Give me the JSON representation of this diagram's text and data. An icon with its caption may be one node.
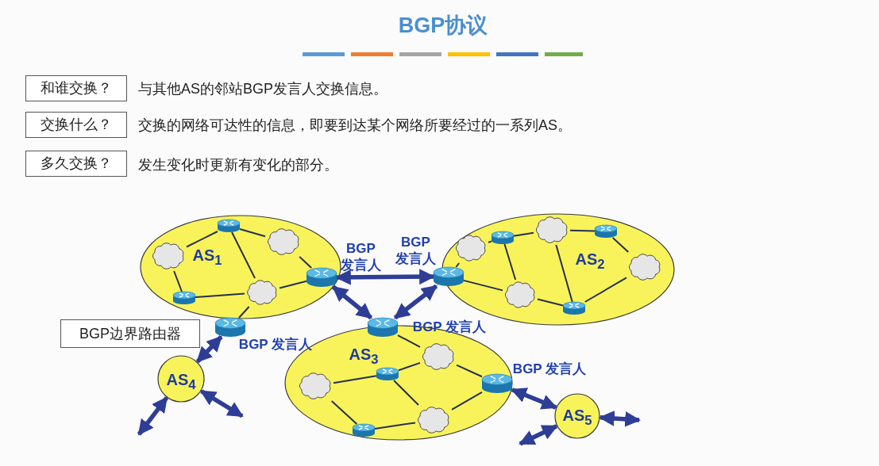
{
  "diagram": {
    "title": "BGP协议",
    "nodes": [
      {
        "text": [
          "和谁交换？"
        ],
        "beside": [
          "与其他AS的邻站BGP发言人交换信息。"
        ]
      },
      {
        "text": [
          "交换什么？"
        ],
        "beside": [
          "交换的网络可达性的信息，即要到达某个网络所要经过的一系列AS。"
        ]
      },
      {
        "text": [
          "多久交换？"
        ],
        "beside": [
          "发生变化时更新有变化的部分。"
        ]
      },
      {
        "text": [
          "BGP边界路由器"
        ]
      },
      {
        "text": [
          "AS$_{1}$"
        ]
      },
      {
        "text": [],
        "shape": "router",
        "in": 4
      },
      {
        "text": [],
        "shape": "cloud",
        "in": 4
      },
      {
        "text": [],
        "shape": "cloud",
        "in": 4
      },
      {
        "text": [],
        "shape": "router",
        "in": 4,
        "beside": [
          "BGP 发言人"
        ]
      },
      {
        "text": [],
        "shape": "router",
        "in": 4
      },
      {
        "text": [],
        "shape": "cloud",
        "in": 4
      },
      {
        "text": [],
        "shape": "router",
        "beside": [
          "BGP 发言人"
        ]
      },
      {
        "text": [
          "AS$_{2}$"
        ]
      },
      {
        "text": [],
        "shape": "cloud",
        "in": 12
      },
      {
        "text": [],
        "shape": "router",
        "in": 12
      },
      {
        "text": [],
        "shape": "cloud",
        "in": 12
      },
      {
        "text": [],
        "shape": "router",
        "in": 12
      },
      {
        "text": [],
        "shape": "router",
        "beside": [
          "BGP 发言人"
        ]
      },
      {
        "text": [],
        "shape": "cloud",
        "in": 12
      },
      {
        "text": [],
        "shape": "cloud",
        "in": 12
      },
      {
        "text": [],
        "shape": "router",
        "in": 12
      },
      {
        "text": [
          "AS$_{3}$"
        ]
      },
      {
        "text": [],
        "shape": "router",
        "beside": [
          "BGP 发言人"
        ]
      },
      {
        "text": [],
        "shape": "cloud",
        "in": 21
      },
      {
        "text": [],
        "shape": "router",
        "in": 21
      },
      {
        "text": [],
        "shape": "cloud",
        "in": 21
      },
      {
        "text": [],
        "shape": "router",
        "in": 21,
        "beside": [
          "BGP 发言人"
        ]
      },
      {
        "text": [],
        "shape": "cloud",
        "in": 21
      },
      {
        "text": [],
        "shape": "router",
        "in": 21
      },
      {
        "text": [
          "AS$_{4}$"
        ]
      },
      {
        "text": [
          "AS$_{5}$"
        ]
      }
    ],
    "edges": [
      {
        "from": 6,
        "to": 5,
        "arrow": "none"
      },
      {
        "from": 5,
        "to": 7,
        "arrow": "none"
      },
      {
        "from": 5,
        "to": 10,
        "arrow": "none"
      },
      {
        "from": 7,
        "to": 8,
        "arrow": "none"
      },
      {
        "from": 6,
        "to": 9,
        "arrow": "none"
      },
      {
        "from": 9,
        "to": 10,
        "arrow": "none"
      },
      {
        "from": 10,
        "to": 8,
        "arrow": "none"
      },
      {
        "from": 10,
        "to": 11,
        "arrow": "none"
      },
      {
        "from": 17,
        "to": 13,
        "arrow": "none"
      },
      {
        "from": 13,
        "to": 14,
        "arrow": "none"
      },
      {
        "from": 14,
        "to": 15,
        "arrow": "none"
      },
      {
        "from": 15,
        "to": 16,
        "arrow": "none"
      },
      {
        "from": 16,
        "to": 18,
        "arrow": "none"
      },
      {
        "from": 18,
        "to": 20,
        "arrow": "none"
      },
      {
        "from": 20,
        "to": 19,
        "arrow": "none"
      },
      {
        "from": 19,
        "to": 17,
        "arrow": "none"
      },
      {
        "from": 14,
        "to": 19,
        "arrow": "none"
      },
      {
        "from": 15,
        "to": 20,
        "arrow": "none"
      },
      {
        "from": 22,
        "to": 23,
        "arrow": "none"
      },
      {
        "from": 23,
        "to": 24,
        "arrow": "none"
      },
      {
        "from": 24,
        "to": 25,
        "arrow": "none"
      },
      {
        "from": 23,
        "to": 26,
        "arrow": "none"
      },
      {
        "from": 24,
        "to": 27,
        "arrow": "none"
      },
      {
        "from": 25,
        "to": 28,
        "arrow": "none"
      },
      {
        "from": 28,
        "to": 27,
        "arrow": "none"
      },
      {
        "from": 27,
        "to": 26,
        "arrow": "none"
      },
      {
        "from": 8,
        "to": 17,
        "arrow": "both",
        "style": "thick",
        "color": "#2e3d96"
      },
      {
        "from": 8,
        "to": 22,
        "arrow": "both",
        "style": "thick",
        "color": "#2e3d96"
      },
      {
        "from": 17,
        "to": 22,
        "arrow": "both",
        "style": "thick",
        "color": "#2e3d96"
      },
      {
        "from": 11,
        "to": 29,
        "arrow": "both",
        "style": "thick",
        "color": "#2e3d96"
      },
      {
        "from": null,
        "to": 29,
        "arrow": "both",
        "style": "thick",
        "color": "#2e3d96"
      },
      {
        "from": 29,
        "to": null,
        "arrow": "both",
        "style": "thick",
        "color": "#2e3d96"
      },
      {
        "from": 26,
        "to": 30,
        "arrow": "both",
        "style": "thick",
        "color": "#2e3d96"
      },
      {
        "from": null,
        "to": 30,
        "arrow": "both",
        "style": "thick",
        "color": "#2e3d96"
      },
      {
        "from": 30,
        "to": null,
        "arrow": "both",
        "style": "thick",
        "color": "#2e3d96"
      }
    ]
  }
}
